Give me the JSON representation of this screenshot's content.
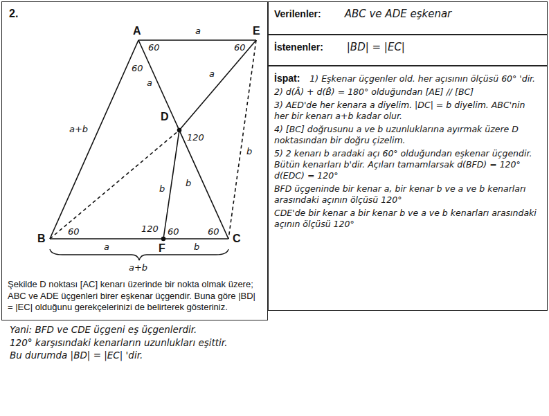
{
  "diagram": {
    "nodes": [
      {
        "text": [
          "2.",
          "Şekilde D noktası [AC] kenarı üzerinde bir nokta olmak üzere; ABC ve ADE üçgenleri birer eşkenar üçgendir. Buna göre |BD| = |EC| olduğunu gerekçelerinizi de belirterek gösteriniz."
        ]
      },
      {
        "text": [
          "Verilenler:",
          "ABC ve ADE eşkenar"
        ]
      },
      {
        "text": [
          "İstenenler:",
          "|BD| = |EC|"
        ]
      },
      {
        "text": [
          "İspat:",
          "1) Eşkenar üçgenler old. her açısının ölçüsü 60° 'dir.",
          "2) d(Â) + d(B̂) = 180° olduğundan [AE] // [BC]",
          "3) AED'de her kenara a diyelim. |DC| = b diyelim. ABC'nin her bir kenarı a+b kadar olur.",
          "4) [BC] doğrusunu a ve b uzunluklarına ayırmak üzere D noktasından bir doğru çizelim.",
          "5) 2 kenarı b aradaki açı 60° olduğundan eşkenar üçgendir. Bütün kenarları b'dir. Açıları tamamlarsak d(BFD) = 120° d(EDC) = 120°",
          "BFD üçgeninde bir kenar a, bir kenar b ve a ve b kenarları arasındaki açının ölçüsü 120°",
          "CDE'de bir kenar a bir kenar b ve a ve b kenarları arasındaki açının ölçüsü 120°"
        ]
      }
    ],
    "labels": [
      "A",
      "E",
      "B",
      "C",
      "D",
      "F",
      "a",
      "60",
      "60",
      "60",
      "a+b",
      "a",
      "a",
      "120",
      "b",
      "b",
      "b",
      "120",
      "60",
      "60",
      "60",
      "a",
      "b",
      "a+b",
      "Yani: BFD ve CDE üçgeni eş üçgenlerdir.",
      "120° karşısındaki kenarların uzunlukları eşittir.",
      "Bu durumda |BD| = |EC| 'dir."
    ]
  }
}
